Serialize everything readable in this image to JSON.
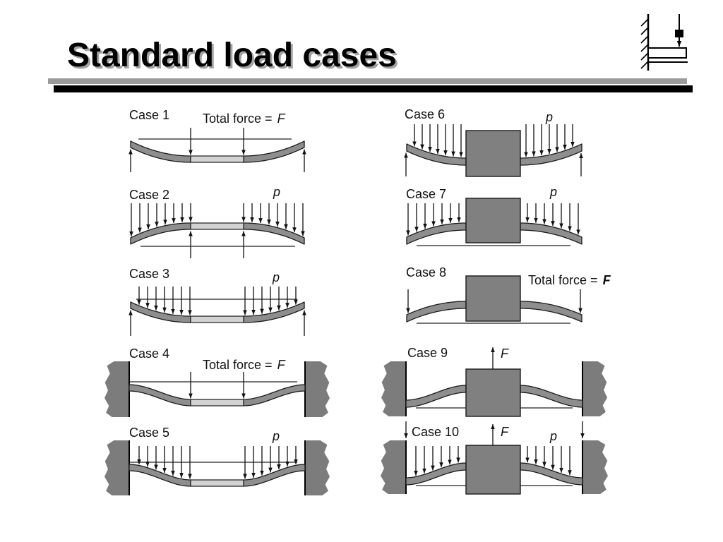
{
  "slide": {
    "title": "Standard load cases"
  },
  "logo": {
    "icon": "cantilever-beam-icon"
  },
  "figure": {
    "cases": [
      {
        "label": "Case 1",
        "load_text": "Total force =",
        "load_symbol": "F"
      },
      {
        "label": "Case 2",
        "load_symbol": "p"
      },
      {
        "label": "Case 3",
        "load_symbol": "p"
      },
      {
        "label": "Case 4",
        "load_text": "Total force =",
        "load_symbol": "F"
      },
      {
        "label": "Case 5",
        "load_symbol": "p"
      },
      {
        "label": "Case 6",
        "load_symbol": "p"
      },
      {
        "label": "Case 7",
        "load_symbol": "p"
      },
      {
        "label": "Case 8",
        "load_text": "Total force =",
        "load_symbol": "F"
      },
      {
        "label": "Case 9",
        "force_symbol": "F"
      },
      {
        "label": "Case 10",
        "force_symbol": "F",
        "load_symbol": "p"
      }
    ]
  },
  "colors": {
    "title_shadow": "#a3a3a3",
    "rule_grey": "#9b9b9b",
    "rule_black": "#000000",
    "beam": "#8e8e8e",
    "beam_outline": "#1b1b1b",
    "plate_hub": "#d2d2d2",
    "block_hub": "#808080",
    "wall": "#7c7c7c",
    "arrow": "#111111"
  }
}
